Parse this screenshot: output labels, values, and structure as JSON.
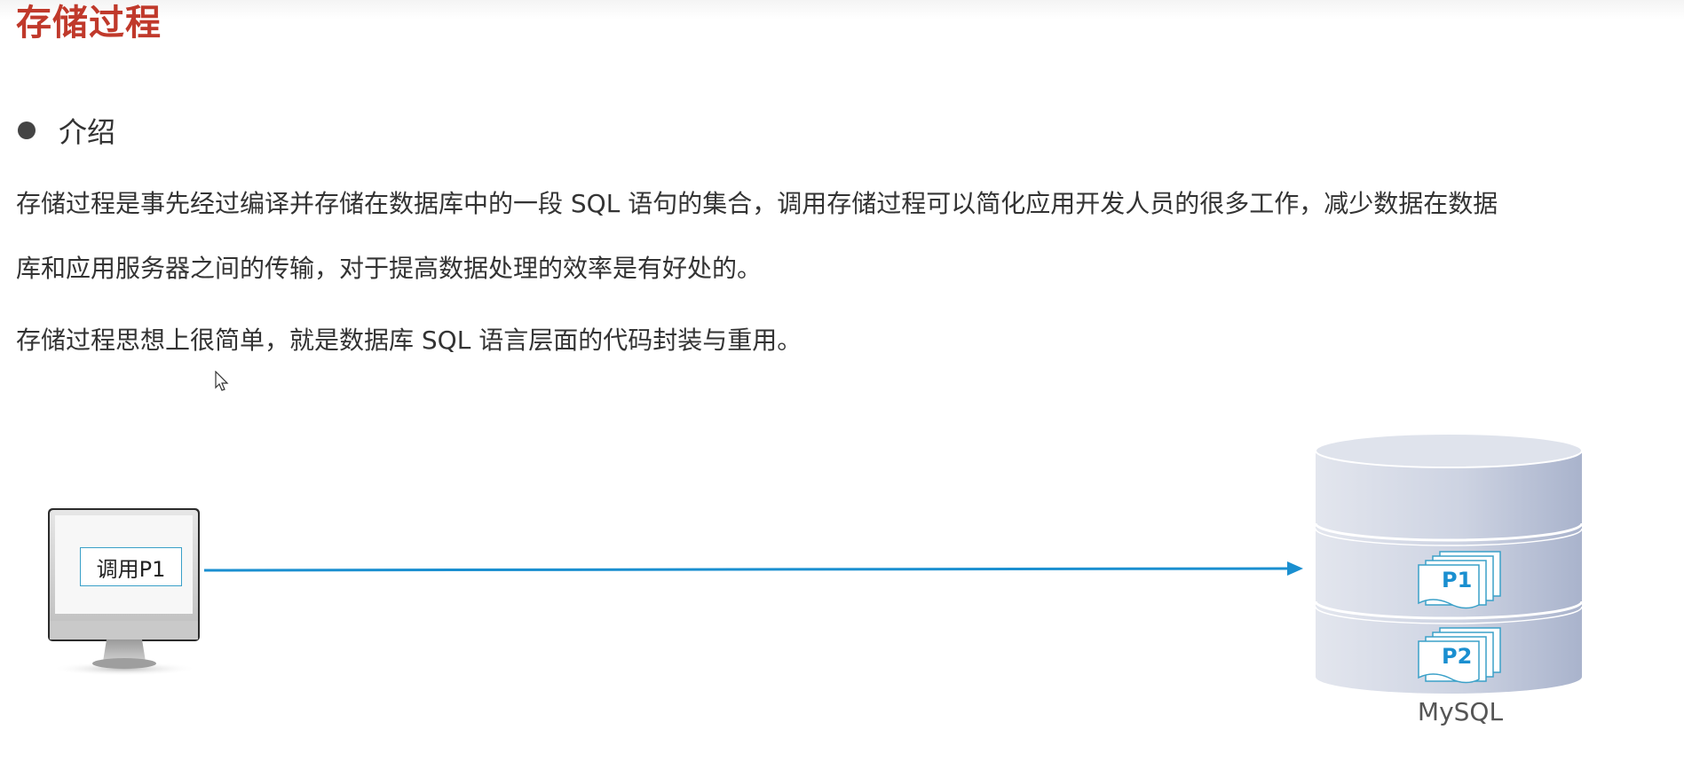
{
  "slide": {
    "title": "存储过程",
    "bullet": "介绍",
    "paragraph1_line1": "存储过程是事先经过编译并存储在数据库中的一段 SQL 语句的集合，调用存储过程可以简化应用开发人员的很多工作，减少数据在数据",
    "paragraph1_line2": "库和应用服务器之间的传输，对于提高数据处理的效率是有好处的。",
    "paragraph2": "存储过程思想上很简单，就是数据库 SQL 语言层面的代码封装与重用。"
  },
  "diagram": {
    "client_call_label": "调用P1",
    "procedures": [
      "P1",
      "P2"
    ],
    "database_label": "MySQL"
  },
  "colors": {
    "title": "#c0392b",
    "arrow": "#1a8fd0",
    "procedure_text": "#1a8fd0",
    "database_fill": "#c7cedf"
  },
  "icons": {
    "cursor": "cursor-icon",
    "monitor": "monitor-icon",
    "database": "database-icon",
    "document": "document-stack-icon"
  }
}
